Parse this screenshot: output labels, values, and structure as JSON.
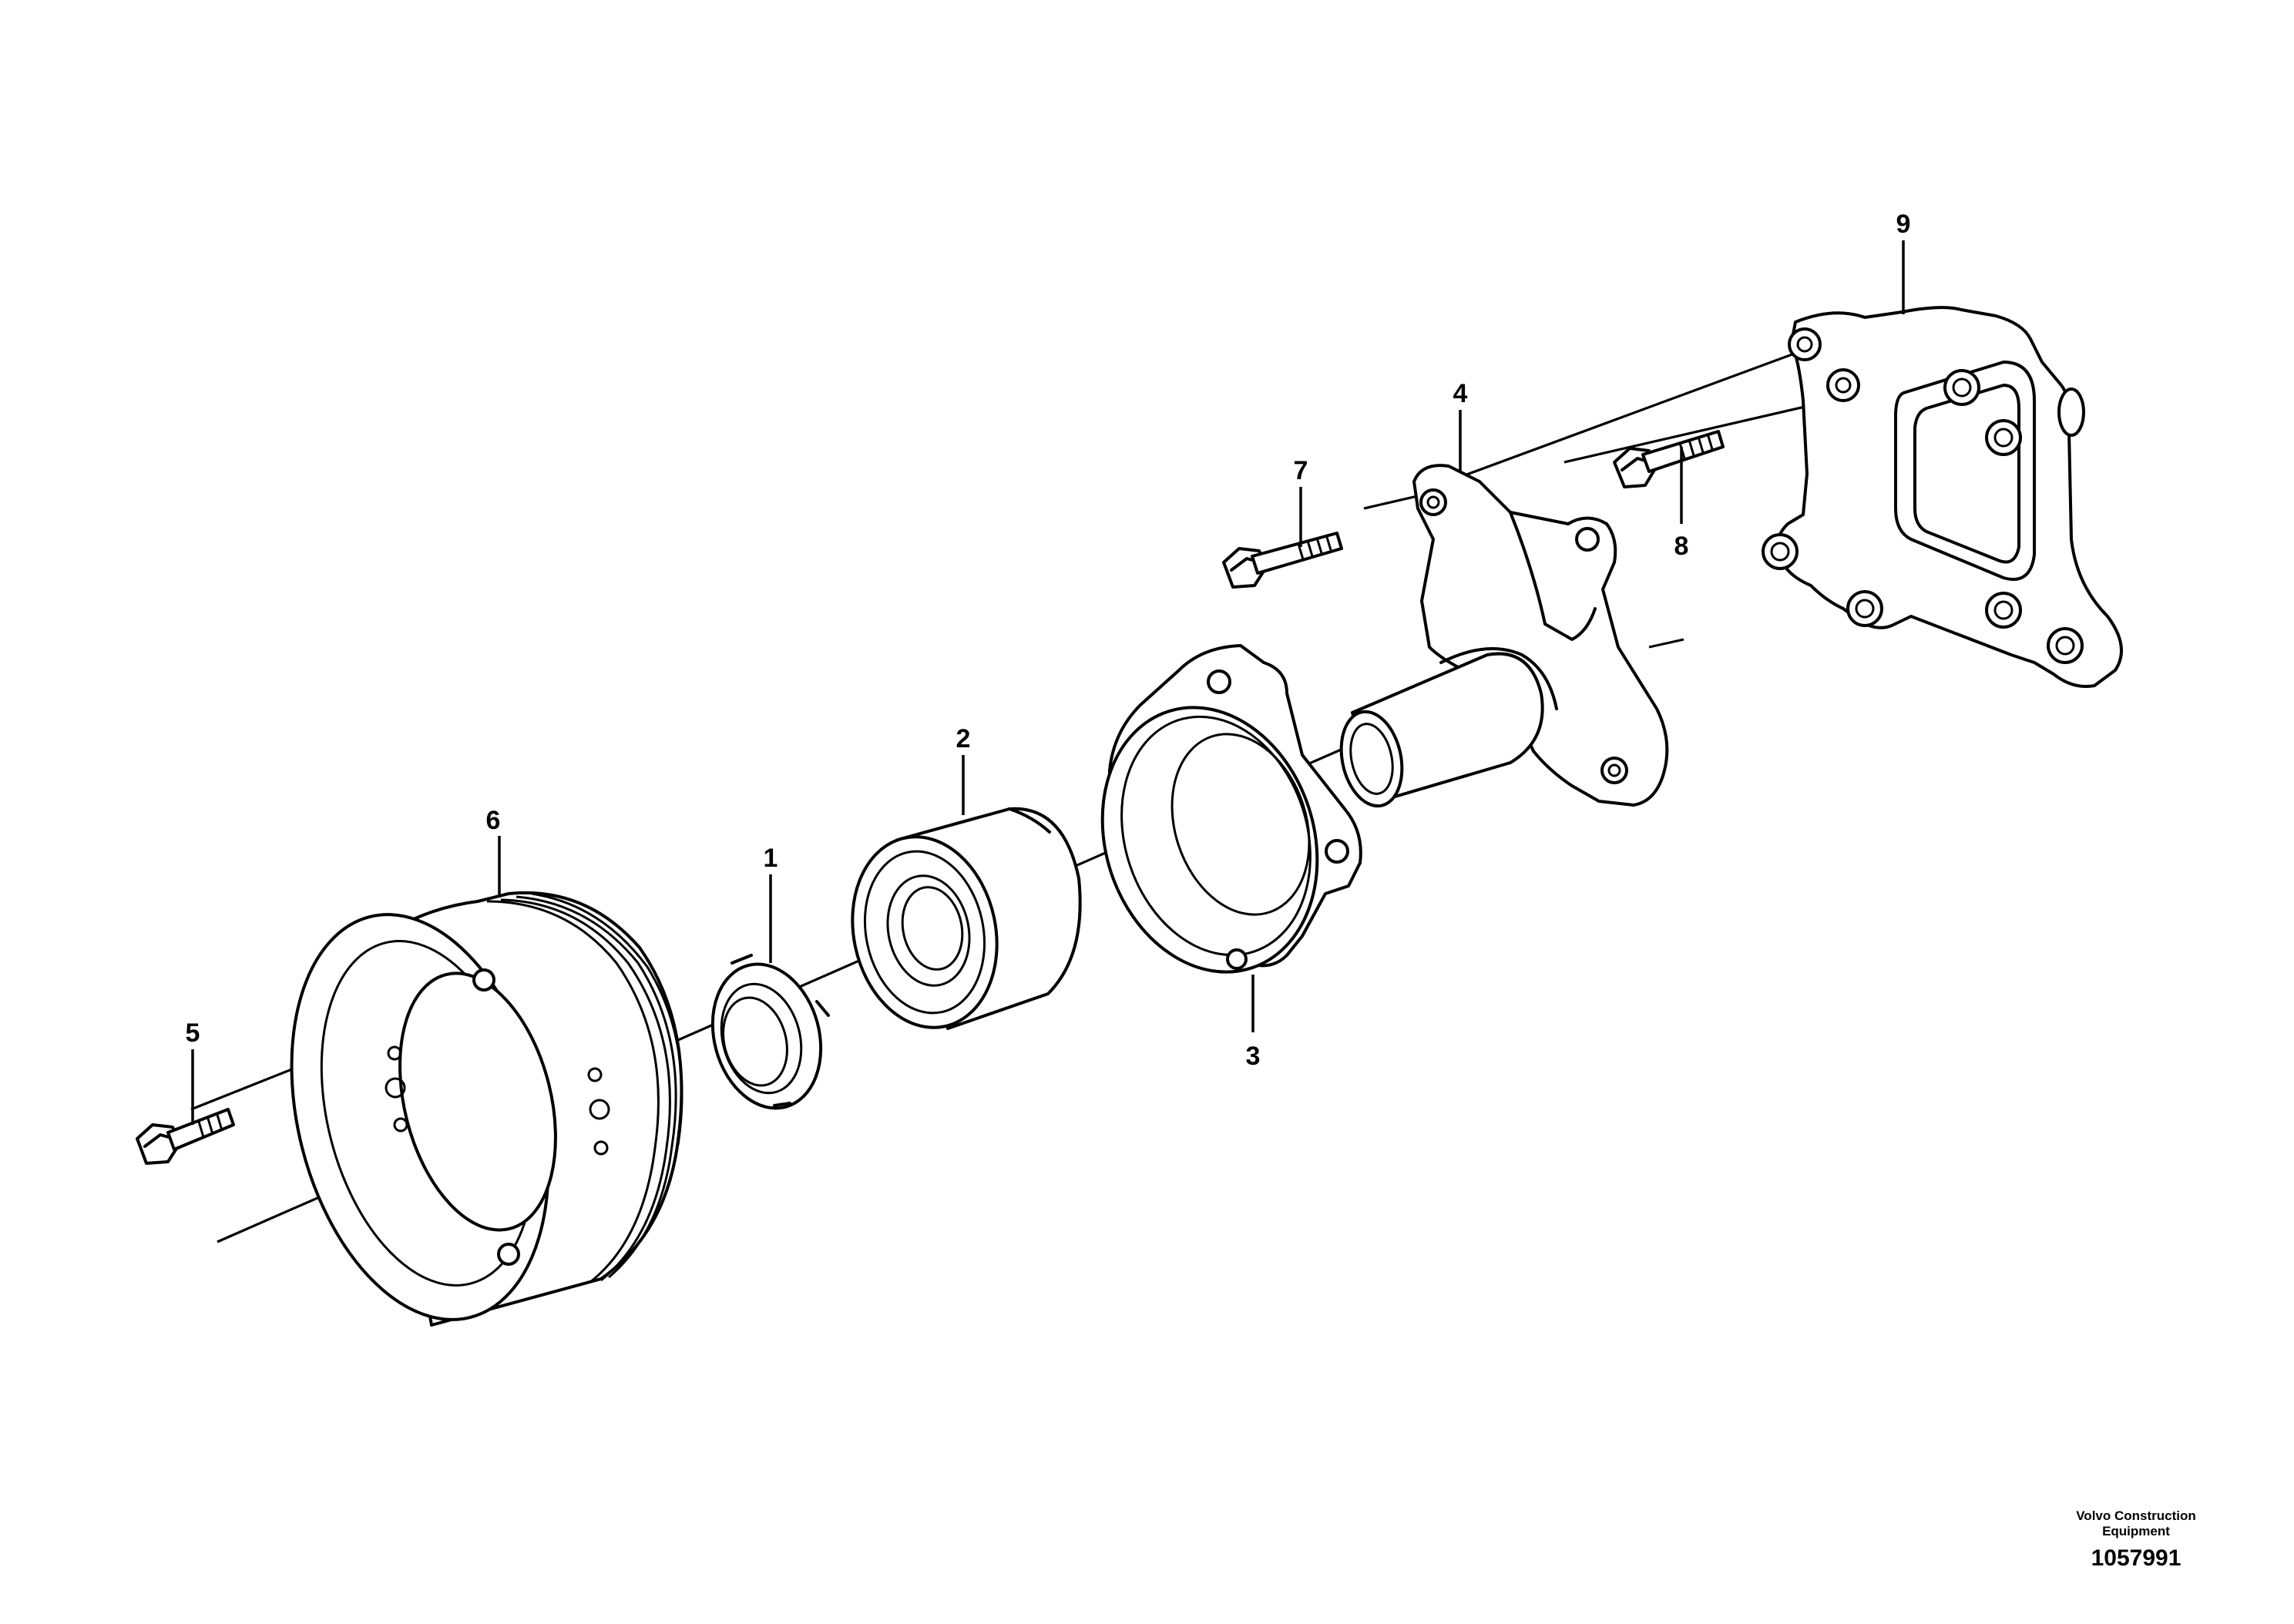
{
  "diagram": {
    "callouts": [
      {
        "id": "callout-1",
        "label": "1"
      },
      {
        "id": "callout-2",
        "label": "2"
      },
      {
        "id": "callout-3",
        "label": "3"
      },
      {
        "id": "callout-4",
        "label": "4"
      },
      {
        "id": "callout-5",
        "label": "5"
      },
      {
        "id": "callout-6",
        "label": "6"
      },
      {
        "id": "callout-7",
        "label": "7"
      },
      {
        "id": "callout-8",
        "label": "8"
      },
      {
        "id": "callout-9",
        "label": "9"
      }
    ]
  },
  "footer": {
    "company_line1": "Volvo Construction",
    "company_line2": "Equipment",
    "reference_number": "1057991"
  }
}
